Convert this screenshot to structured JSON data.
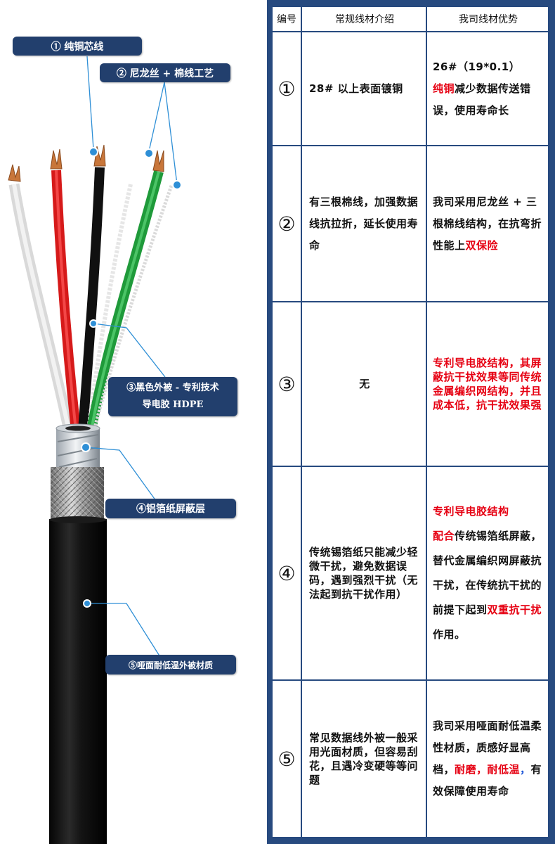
{
  "callouts": {
    "copper_core": "① 纯铜芯线",
    "nylon_cotton": "② 尼龙丝 + 棉线工艺",
    "black_jacket_line1": "③黑色外被 - 专利技术",
    "black_jacket_line2": "导电胶 HDPE",
    "foil_shield": "④铝箔纸屏蔽层",
    "matte_jacket": "⑤哑面耐低温外被材质"
  },
  "table": {
    "headers": {
      "number": "编号",
      "regular": "常规线材介绍",
      "ours": "我司线材优势"
    },
    "rows": [
      {
        "number": "①",
        "regular": "28# 以上表面镀铜",
        "ours": [
          {
            "text": "26#（19*0.1）",
            "color": "normal"
          },
          {
            "text": "纯铜",
            "color": "red"
          },
          {
            "text": "减少数据传送错误，使用寿命长",
            "color": "normal"
          }
        ]
      },
      {
        "number": "②",
        "regular": "有三根棉线，加强数据线抗拉折，延长使用寿命",
        "ours": [
          {
            "text": "我司采用尼龙丝 + 三根棉线结构，在抗弯折性能上",
            "color": "normal"
          },
          {
            "text": "双保险",
            "color": "red"
          }
        ]
      },
      {
        "number": "③",
        "regular": "无",
        "ours": [
          {
            "text": "专利导电胶结构，其屏蔽抗干扰效果等同传统金属编织网结构，并且成本低，抗干扰效果强",
            "color": "red"
          }
        ]
      },
      {
        "number": "④",
        "regular": "传统锡箔纸只能减少轻微干扰，避免数据误码，遇到强烈干扰（无法起到抗干扰作用）",
        "ours": [
          {
            "text": "专利导电胶结构",
            "color": "red"
          },
          {
            "text": "配合",
            "color": "red"
          },
          {
            "text": "传统锡箔纸屏蔽，替代金属编织网屏蔽抗干扰，在传统抗干扰的前提下起到",
            "color": "normal"
          },
          {
            "text": "双重抗干扰",
            "color": "red"
          },
          {
            "text": "作用。",
            "color": "normal"
          }
        ]
      },
      {
        "number": "⑤",
        "regular": "常见数据线外被一般采用光面材质，但容易刮花，且遇冷变硬等等问题",
        "ours": [
          {
            "text": "我司采用哑面耐低温柔性材质，质感好显高档，",
            "color": "normal"
          },
          {
            "text": "耐磨，耐低温",
            "color": "red"
          },
          {
            "text": "，",
            "color": "blue"
          },
          {
            "text": "有效保障使用寿命",
            "color": "normal"
          }
        ]
      }
    ]
  },
  "colors": {
    "frame": "#274a7f",
    "callout_bg": "#223f6d",
    "accent_red": "#e60012",
    "leader_line": "#2e8fd6"
  }
}
